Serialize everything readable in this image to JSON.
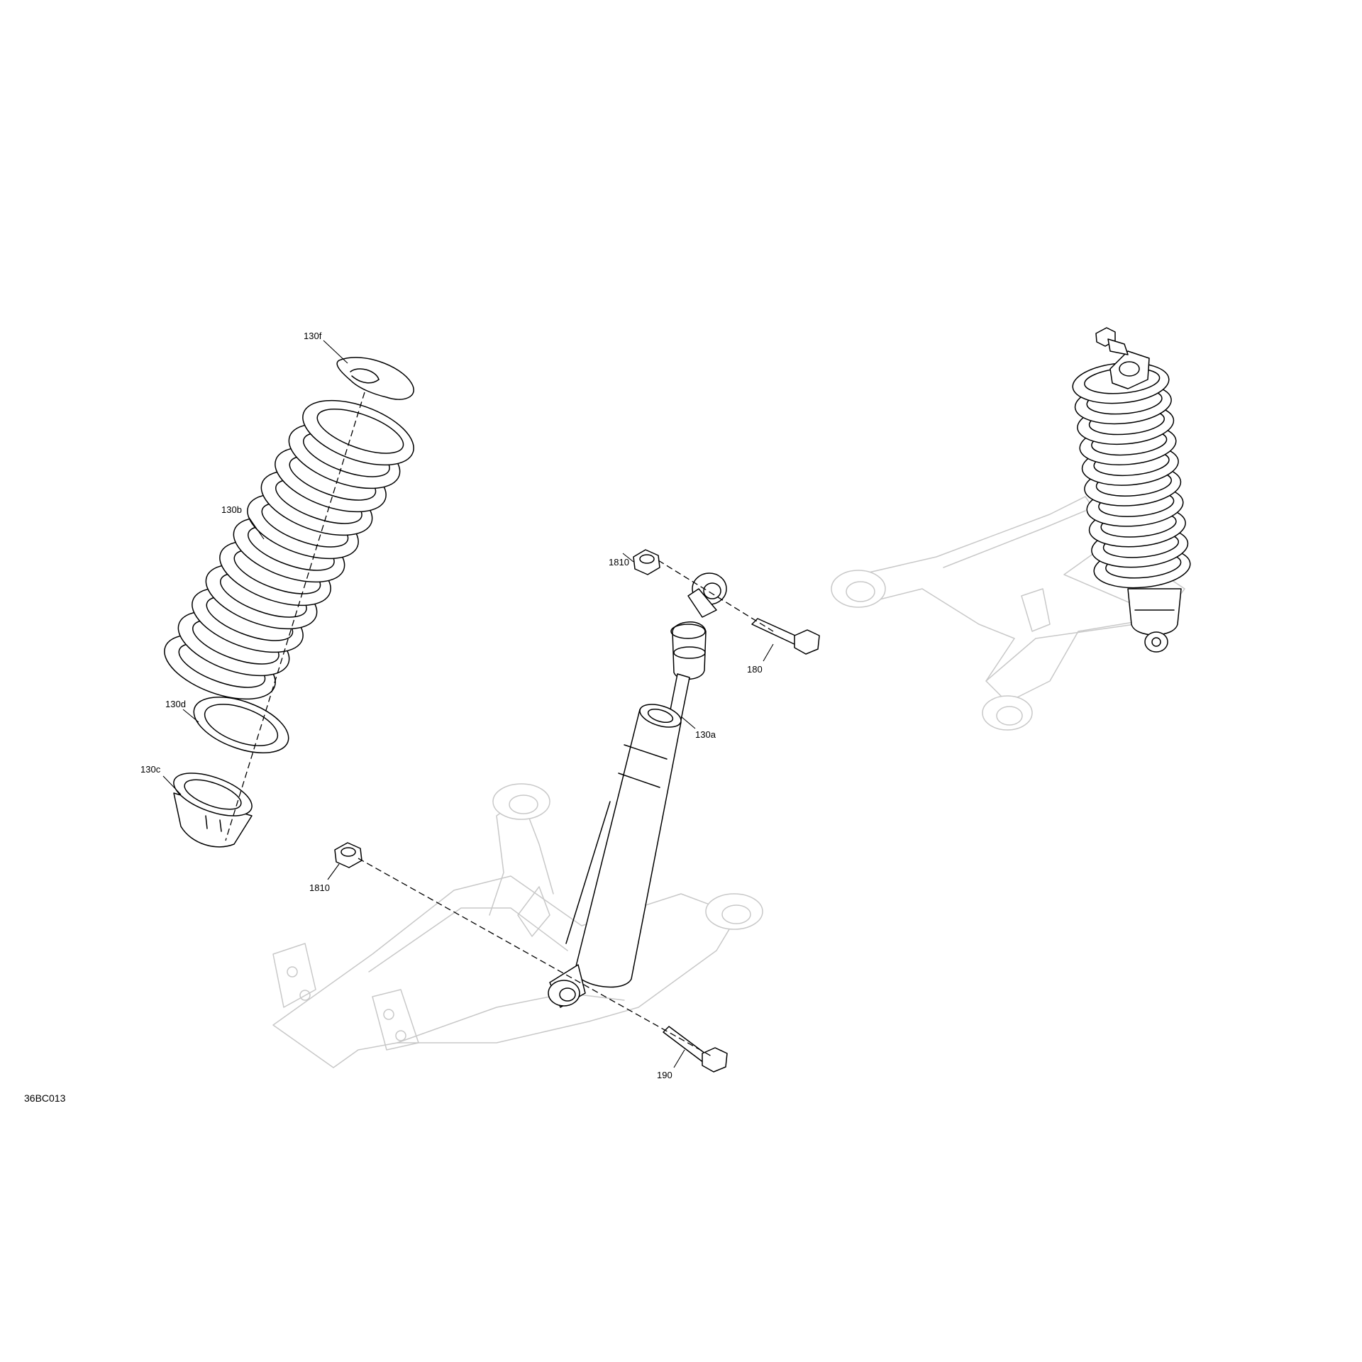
{
  "drawing_ref": "36BC013",
  "callouts": {
    "c130f": "130f",
    "c130b": "130b",
    "c130d": "130d",
    "c130c": "130c",
    "c1810_top": "1810",
    "c180": "180",
    "c130a": "130a",
    "c1810_bottom": "1810",
    "c190": "190"
  }
}
